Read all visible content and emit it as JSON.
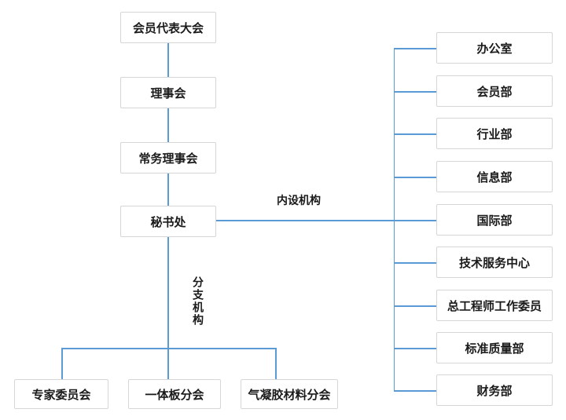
{
  "org_chart": {
    "hierarchy": [
      "会员代表大会",
      "理事会",
      "常务理事会",
      "秘书处"
    ],
    "internal_section_label": "内设机构",
    "branch_section_label": "分支机构",
    "internal_departments": [
      "办公室",
      "会员部",
      "行业部",
      "信息部",
      "国际部",
      "技术服务中心",
      "总工程师工作委员",
      "标准质量部",
      "财务部"
    ],
    "branch_organizations": [
      "专家委员会",
      "一体板分会",
      "气凝胶材料分会"
    ],
    "colors": {
      "connector_line": "#5b9bd5",
      "box_border": "#d6d6d6",
      "box_background": "#ffffff",
      "text": "#1a1a1a",
      "background": "#ffffff"
    }
  }
}
